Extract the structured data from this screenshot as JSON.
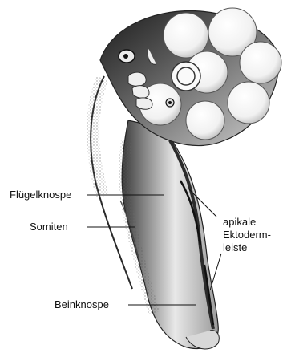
{
  "labels": {
    "wing_bud": "Flügelknospe",
    "somites": "Somiten",
    "leg_bud": "Beinknospe",
    "ridge_line1": "apikale",
    "ridge_line2": "Ektoderm-",
    "ridge_line3": "leiste"
  }
}
